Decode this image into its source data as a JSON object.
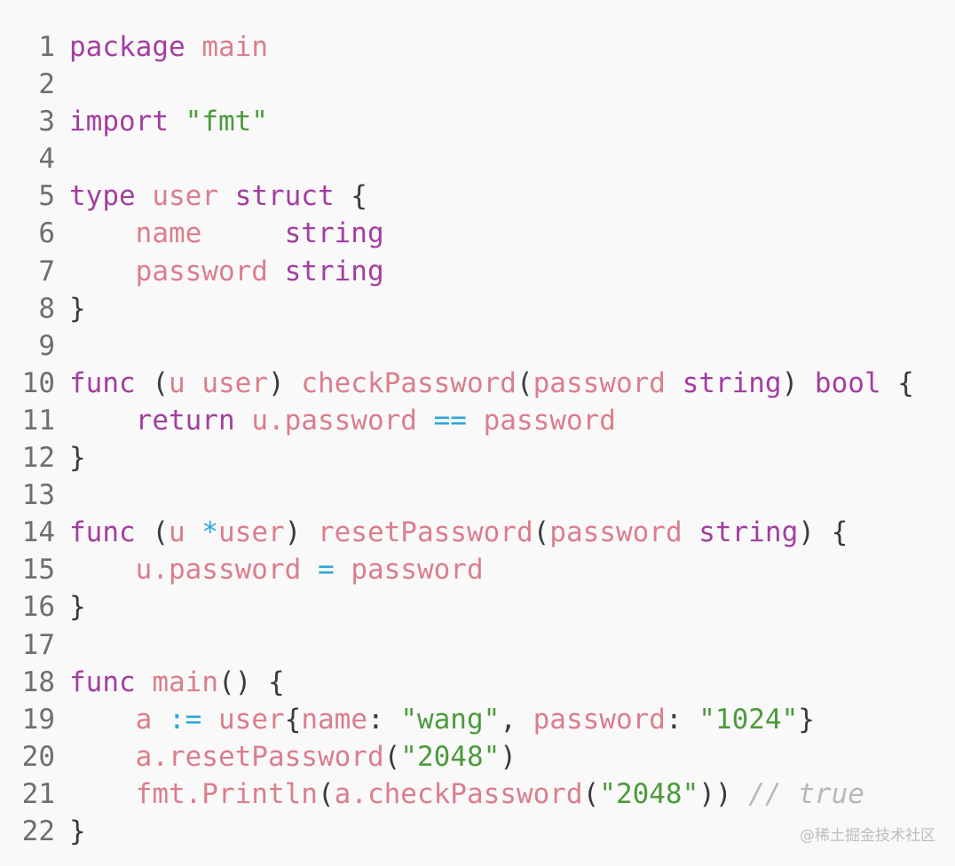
{
  "colors": {
    "keyword": "#a33ea1",
    "identifier": "#db7e8c",
    "string": "#4c9a3c",
    "operator": "#2ea8d6",
    "plain": "#3a3a3a",
    "comment": "#b8b8b8"
  },
  "lines": [
    {
      "n": "1",
      "tokens": [
        [
          "package",
          "keyword"
        ],
        [
          " ",
          "plain"
        ],
        [
          "main",
          "identifier"
        ]
      ]
    },
    {
      "n": "2",
      "tokens": []
    },
    {
      "n": "3",
      "tokens": [
        [
          "import",
          "keyword"
        ],
        [
          " ",
          "plain"
        ],
        [
          "\"fmt\"",
          "string"
        ]
      ]
    },
    {
      "n": "4",
      "tokens": []
    },
    {
      "n": "5",
      "tokens": [
        [
          "type",
          "keyword"
        ],
        [
          " ",
          "plain"
        ],
        [
          "user",
          "identifier"
        ],
        [
          " ",
          "plain"
        ],
        [
          "struct",
          "keyword"
        ],
        [
          " {",
          "plain"
        ]
      ]
    },
    {
      "n": "6",
      "tokens": [
        [
          "    ",
          "plain"
        ],
        [
          "name",
          "identifier"
        ],
        [
          "     ",
          "plain"
        ],
        [
          "string",
          "keyword"
        ]
      ]
    },
    {
      "n": "7",
      "tokens": [
        [
          "    ",
          "plain"
        ],
        [
          "password",
          "identifier"
        ],
        [
          " ",
          "plain"
        ],
        [
          "string",
          "keyword"
        ]
      ]
    },
    {
      "n": "8",
      "tokens": [
        [
          "}",
          "plain"
        ]
      ]
    },
    {
      "n": "9",
      "tokens": []
    },
    {
      "n": "10",
      "tokens": [
        [
          "func",
          "keyword"
        ],
        [
          " (",
          "plain"
        ],
        [
          "u",
          "identifier"
        ],
        [
          " ",
          "plain"
        ],
        [
          "user",
          "identifier"
        ],
        [
          ") ",
          "plain"
        ],
        [
          "checkPassword",
          "identifier"
        ],
        [
          "(",
          "plain"
        ],
        [
          "password",
          "identifier"
        ],
        [
          " ",
          "plain"
        ],
        [
          "string",
          "keyword"
        ],
        [
          ") ",
          "plain"
        ],
        [
          "bool",
          "keyword"
        ],
        [
          " {",
          "plain"
        ]
      ]
    },
    {
      "n": "11",
      "tokens": [
        [
          "    ",
          "plain"
        ],
        [
          "return",
          "keyword"
        ],
        [
          " ",
          "plain"
        ],
        [
          "u.password",
          "identifier"
        ],
        [
          " ",
          "plain"
        ],
        [
          "==",
          "operator"
        ],
        [
          " ",
          "plain"
        ],
        [
          "password",
          "identifier"
        ]
      ]
    },
    {
      "n": "12",
      "tokens": [
        [
          "}",
          "plain"
        ]
      ]
    },
    {
      "n": "13",
      "tokens": []
    },
    {
      "n": "14",
      "tokens": [
        [
          "func",
          "keyword"
        ],
        [
          " (",
          "plain"
        ],
        [
          "u",
          "identifier"
        ],
        [
          " ",
          "plain"
        ],
        [
          "*",
          "operator"
        ],
        [
          "user",
          "identifier"
        ],
        [
          ") ",
          "plain"
        ],
        [
          "resetPassword",
          "identifier"
        ],
        [
          "(",
          "plain"
        ],
        [
          "password",
          "identifier"
        ],
        [
          " ",
          "plain"
        ],
        [
          "string",
          "keyword"
        ],
        [
          ") {",
          "plain"
        ]
      ]
    },
    {
      "n": "15",
      "tokens": [
        [
          "    ",
          "plain"
        ],
        [
          "u.password",
          "identifier"
        ],
        [
          " ",
          "plain"
        ],
        [
          "=",
          "operator"
        ],
        [
          " ",
          "plain"
        ],
        [
          "password",
          "identifier"
        ]
      ]
    },
    {
      "n": "16",
      "tokens": [
        [
          "}",
          "plain"
        ]
      ]
    },
    {
      "n": "17",
      "tokens": []
    },
    {
      "n": "18",
      "tokens": [
        [
          "func",
          "keyword"
        ],
        [
          " ",
          "plain"
        ],
        [
          "main",
          "identifier"
        ],
        [
          "() {",
          "plain"
        ]
      ]
    },
    {
      "n": "19",
      "tokens": [
        [
          "    ",
          "plain"
        ],
        [
          "a",
          "identifier"
        ],
        [
          " ",
          "plain"
        ],
        [
          ":=",
          "operator"
        ],
        [
          " ",
          "plain"
        ],
        [
          "user",
          "identifier"
        ],
        [
          "{",
          "plain"
        ],
        [
          "name",
          "identifier"
        ],
        [
          ": ",
          "plain"
        ],
        [
          "\"wang\"",
          "string"
        ],
        [
          ", ",
          "plain"
        ],
        [
          "password",
          "identifier"
        ],
        [
          ": ",
          "plain"
        ],
        [
          "\"1024\"",
          "string"
        ],
        [
          "}",
          "plain"
        ]
      ]
    },
    {
      "n": "20",
      "tokens": [
        [
          "    ",
          "plain"
        ],
        [
          "a.resetPassword",
          "identifier"
        ],
        [
          "(",
          "plain"
        ],
        [
          "\"2048\"",
          "string"
        ],
        [
          ")",
          "plain"
        ]
      ]
    },
    {
      "n": "21",
      "tokens": [
        [
          "    ",
          "plain"
        ],
        [
          "fmt.Println",
          "identifier"
        ],
        [
          "(",
          "plain"
        ],
        [
          "a.checkPassword",
          "identifier"
        ],
        [
          "(",
          "plain"
        ],
        [
          "\"2048\"",
          "string"
        ],
        [
          ")) ",
          "plain"
        ],
        [
          "// true",
          "comment"
        ]
      ]
    },
    {
      "n": "22",
      "tokens": [
        [
          "}",
          "plain"
        ]
      ]
    }
  ],
  "watermark": "@稀土掘金技术社区"
}
